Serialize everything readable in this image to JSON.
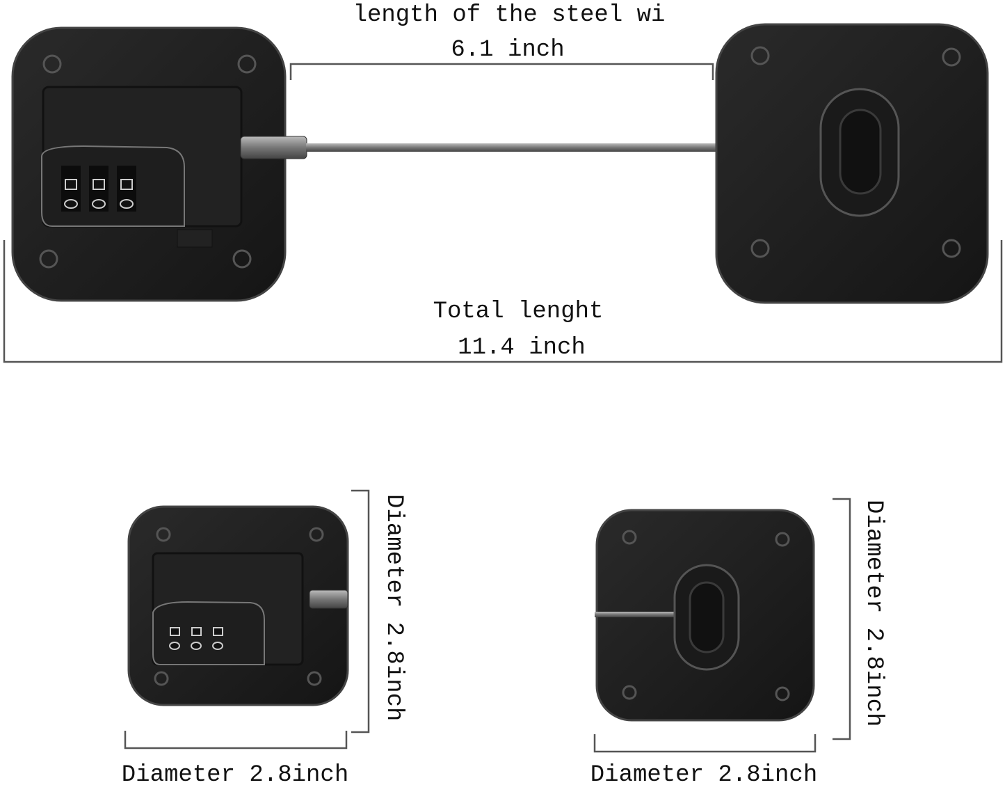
{
  "labels": {
    "wire_length_title": "length of the steel wi",
    "wire_length_value": "6.1 inch",
    "total_length_title": "Total lenght",
    "total_length_value": "11.4 inch",
    "lock_unit_height": "Diameter 2.8inch",
    "lock_unit_width": "Diameter 2.8inch",
    "anchor_plate_height": "Diameter 2.8inch",
    "anchor_plate_width": "Diameter 2.8inch"
  },
  "colors": {
    "plate": "#1c1c1c",
    "plate_edge": "#3a3a3a",
    "cable": "#8a8a8a",
    "dimension_line": "#555555"
  }
}
